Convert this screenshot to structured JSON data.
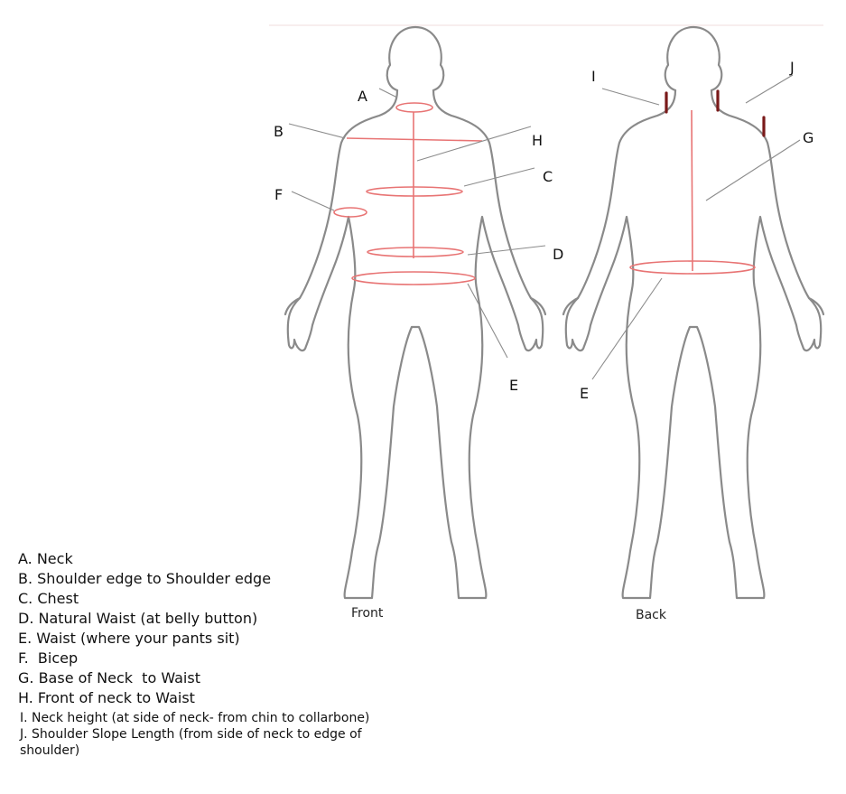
{
  "front_caption": "Front",
  "back_caption": "Back",
  "front_labels": {
    "A": "A",
    "B": "B",
    "C": "C",
    "D": "D",
    "E": "E",
    "F": "F",
    "H": "H"
  },
  "back_labels": {
    "I": "I",
    "J": "J",
    "G": "G",
    "E": "E"
  },
  "legend": [
    "A. Neck",
    "B. Shoulder edge to Shoulder edge",
    "C. Chest",
    "D. Natural Waist (at belly button)",
    "E. Waist (where your pants sit)",
    "F.  Bicep",
    "G. Base of Neck  to Waist",
    "H. Front of neck to Waist"
  ],
  "legend_small": [
    "I. Neck height (at side of neck- from chin to collarbone)",
    "J. Shoulder Slope Length (from side of neck to edge of shoulder)"
  ],
  "colors": {
    "measure_line": "#e87474",
    "tick": "#7a1a1a",
    "outline": "#8a8a8a"
  }
}
